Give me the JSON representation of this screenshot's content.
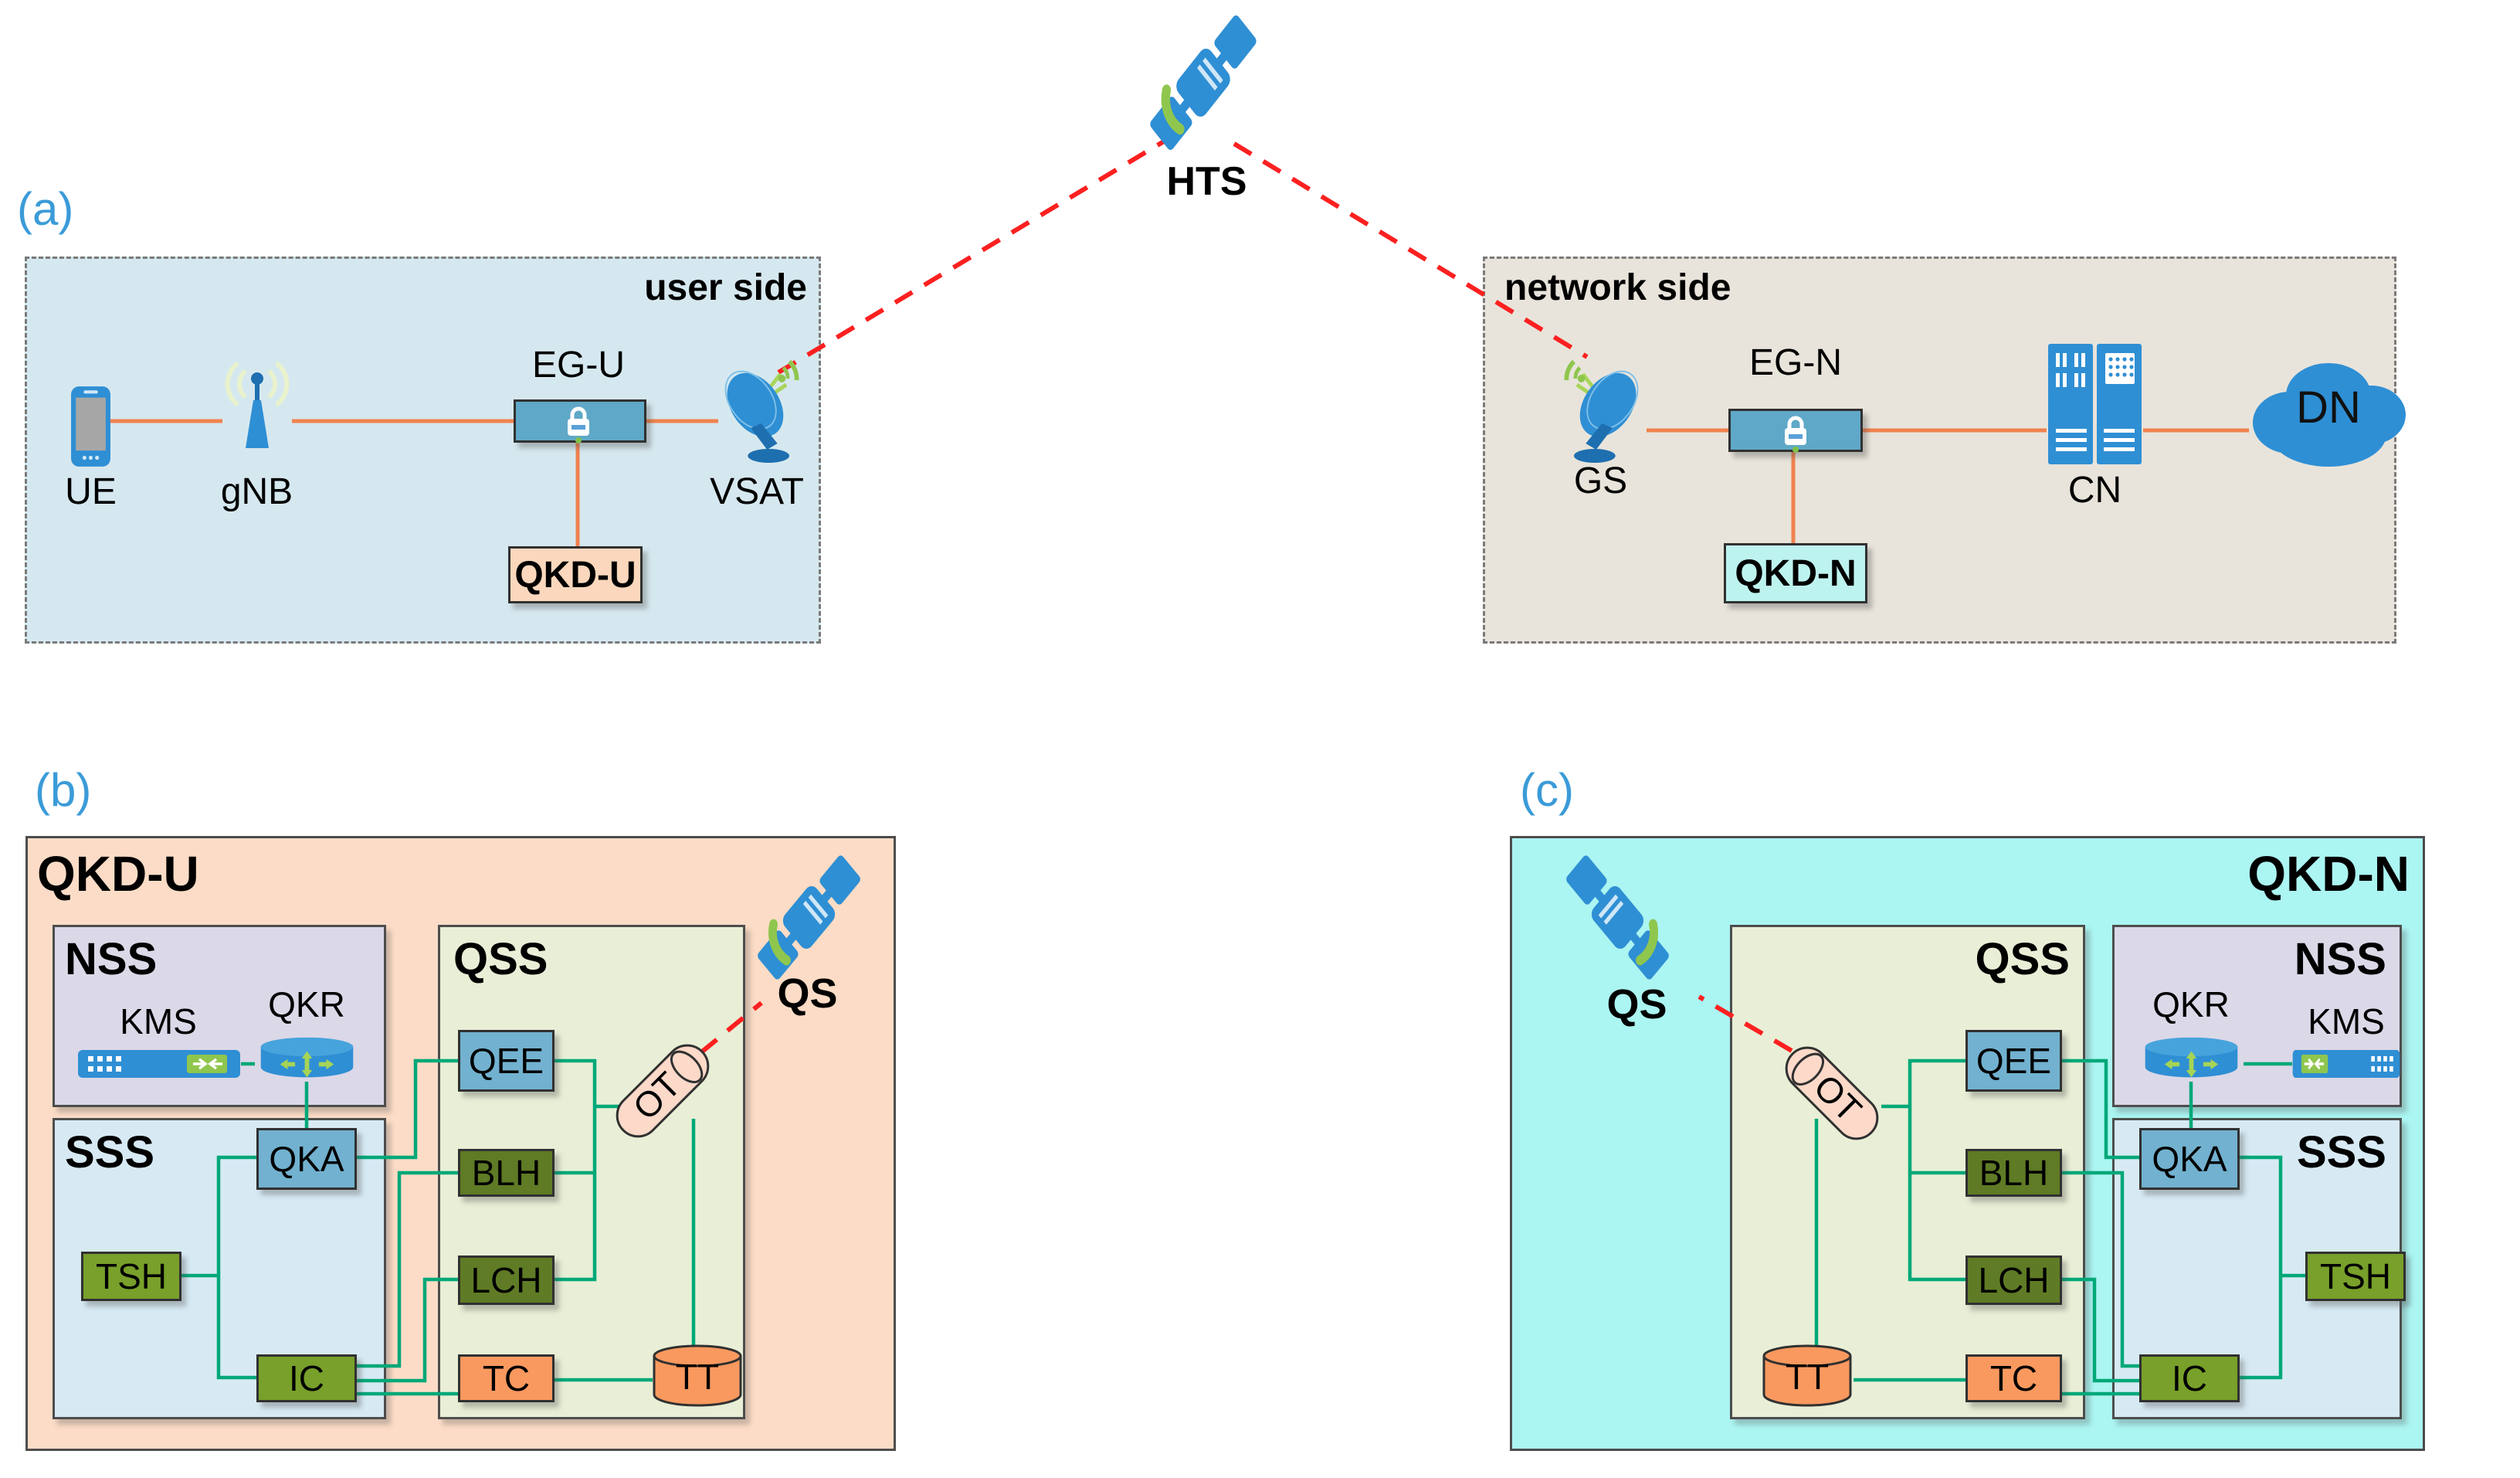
{
  "panel_a": {
    "tag": "(a)",
    "hts_label": "HTS",
    "user": {
      "title": "user side",
      "ue": "UE",
      "gnb": "gNB",
      "eg": "EG-U",
      "vsat": "VSAT",
      "qkd": "QKD-U"
    },
    "network": {
      "title": "network side",
      "gs": "GS",
      "eg": "EG-N",
      "cn": "CN",
      "dn": "DN",
      "qkd": "QKD-N"
    }
  },
  "panel_b": {
    "tag": "(b)",
    "title": "QKD-U",
    "qs_label": "QS",
    "nss": {
      "title": "NSS",
      "kms": "KMS",
      "qkr": "QKR"
    },
    "sss": {
      "title": "SSS",
      "qka": "QKA",
      "tsh": "TSH",
      "ic": "IC"
    },
    "qss": {
      "title": "QSS",
      "qee": "QEE",
      "blh": "BLH",
      "lch": "LCH",
      "tc": "TC",
      "tt": "TT",
      "ot": "OT"
    }
  },
  "panel_c": {
    "tag": "(c)",
    "title": "QKD-N",
    "qs_label": "QS",
    "nss": {
      "title": "NSS",
      "kms": "KMS",
      "qkr": "QKR"
    },
    "sss": {
      "title": "SSS",
      "qka": "QKA",
      "tsh": "TSH",
      "ic": "IC"
    },
    "qss": {
      "title": "QSS",
      "qee": "QEE",
      "blh": "BLH",
      "lch": "LCH",
      "tc": "TC",
      "tt": "TT",
      "ot": "OT"
    }
  },
  "colors": {
    "user_box_fill": "#d6e8ef",
    "network_box_fill": "#e8e4db",
    "qkdu_panel_fill": "#fcdcc6",
    "qkdn_panel_fill": "#abf5f2",
    "nss_fill": "#dbd8e8",
    "sss_fill": "#d7eaf4",
    "qss_fill": "#e8efd6",
    "eg_box_fill": "#5fa8c7",
    "qkdu_small_fill": "#fbd8bd",
    "qkdn_small_fill": "#bdf3ef",
    "steel_node_fill": "#72b1cf",
    "dark_olive_fill": "#5f7b25",
    "olive_fill": "#78a02a",
    "orange_node_fill": "#f9995f",
    "ot_fill": "#fcd9c9",
    "orange_line": "#f0824f",
    "green_line": "#00a878",
    "red_link": "#fb2020",
    "satellite_blue": "#2f8fd4",
    "dish_green": "#8fc64e"
  }
}
